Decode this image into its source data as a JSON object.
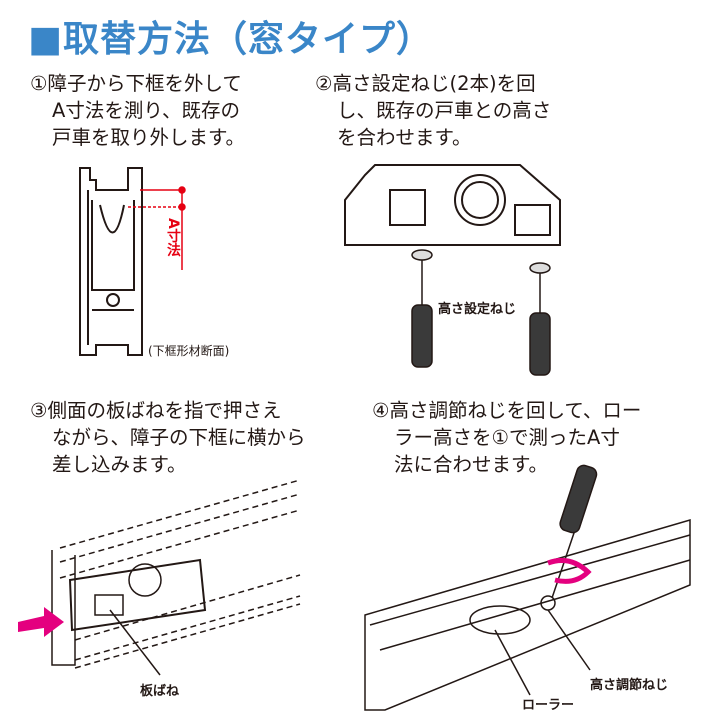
{
  "title": "■取替方法（窓タイプ）",
  "steps": [
    {
      "lines": [
        "①障子から下框を外して",
        "A寸法を測り、既存の",
        "戸車を取り外します。"
      ]
    },
    {
      "lines": [
        "②高さ設定ねじ(2本)を回",
        "し、既存の戸車との高さ",
        "を合わせます。"
      ]
    },
    {
      "lines": [
        "③側面の板ばねを指で押さえ",
        "ながら、障子の下框に横から",
        "差し込みます。"
      ]
    },
    {
      "lines": [
        "④高さ調節ねじを回して、ロー",
        "ラー高さを①で測ったA寸",
        "法に合わせます。"
      ]
    }
  ],
  "labels": {
    "a_dimension": "A寸法",
    "section_caption": "(下框形材断面)",
    "height_setting_screw": "高さ設定ねじ",
    "leaf_spring": "板ばね",
    "roller": "ローラー",
    "height_adjust_screw": "高さ調節ねじ"
  },
  "colors": {
    "title": "#3a86c8",
    "dimension": "#e60012",
    "arrow": "#e4007f"
  }
}
